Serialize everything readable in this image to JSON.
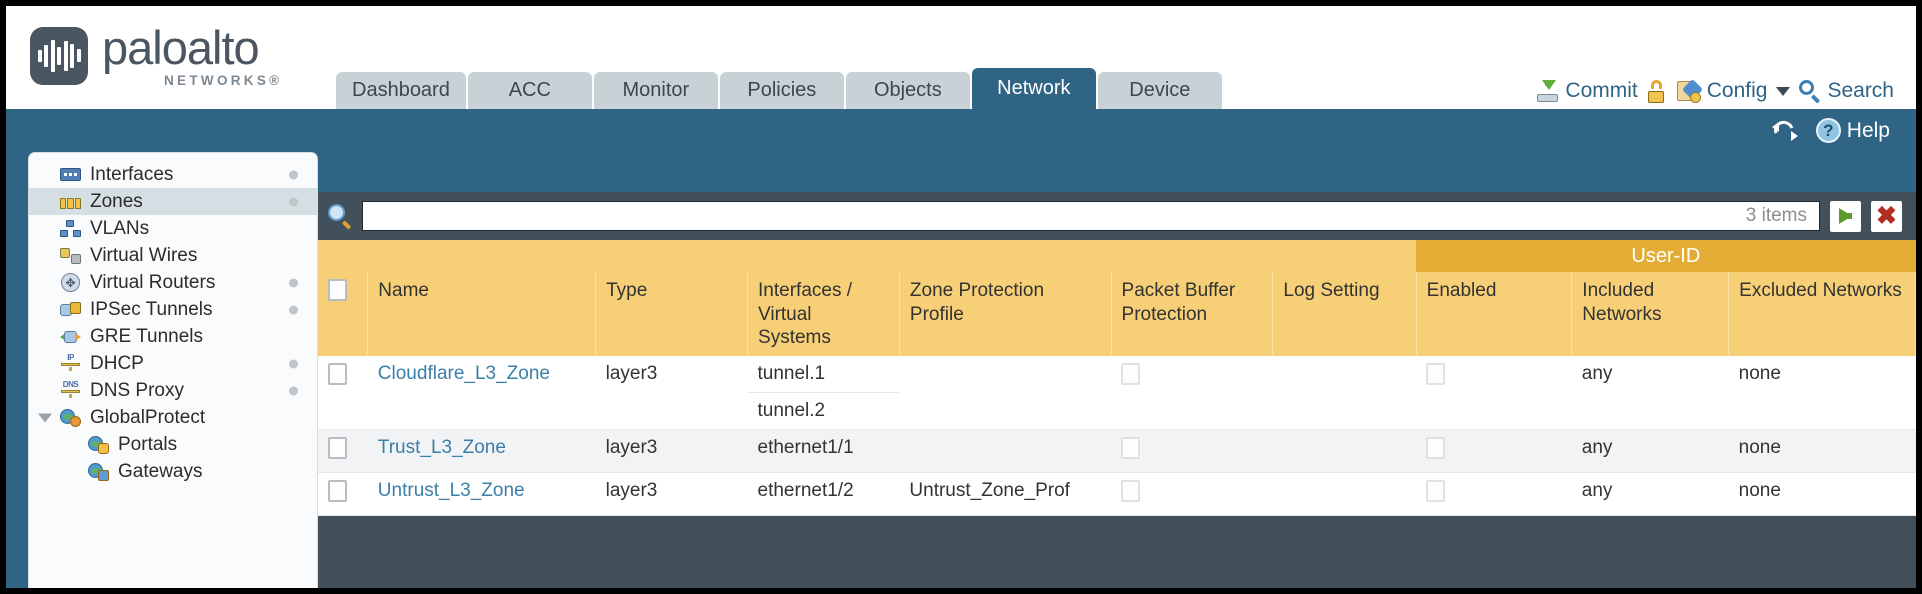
{
  "brand": {
    "name": "paloalto",
    "tagline": "NETWORKS®"
  },
  "nav": {
    "tabs": [
      {
        "label": "Dashboard",
        "active": false
      },
      {
        "label": "ACC",
        "active": false
      },
      {
        "label": "Monitor",
        "active": false
      },
      {
        "label": "Policies",
        "active": false
      },
      {
        "label": "Objects",
        "active": false
      },
      {
        "label": "Network",
        "active": true
      },
      {
        "label": "Device",
        "active": false
      }
    ]
  },
  "header_actions": {
    "commit": "Commit",
    "config": "Config",
    "search": "Search",
    "lock_icon": "unlocked-padlock-icon",
    "commit_icon": "commit-download-icon",
    "config_icon": "config-wrench-icon",
    "search_icon": "search-magnifier-icon",
    "caret_icon": "chevron-down-icon"
  },
  "utility": {
    "refresh_icon": "refresh-icon",
    "help_label": "Help",
    "help_icon": "question-circle-icon"
  },
  "sidebar": {
    "items": [
      {
        "label": "Interfaces",
        "icon": "interfaces-rack-icon",
        "selected": false,
        "dot": true,
        "child": false
      },
      {
        "label": "Zones",
        "icon": "zones-barrier-icon",
        "selected": true,
        "dot": true,
        "child": false
      },
      {
        "label": "VLANs",
        "icon": "vlans-network-icon",
        "selected": false,
        "dot": false,
        "child": false
      },
      {
        "label": "Virtual Wires",
        "icon": "virtual-wires-icon",
        "selected": false,
        "dot": false,
        "child": false
      },
      {
        "label": "Virtual Routers",
        "icon": "virtual-routers-icon",
        "selected": false,
        "dot": true,
        "child": false
      },
      {
        "label": "IPSec Tunnels",
        "icon": "ipsec-tunnels-lock-icon",
        "selected": false,
        "dot": true,
        "child": false
      },
      {
        "label": "GRE Tunnels",
        "icon": "gre-tunnels-icon",
        "selected": false,
        "dot": false,
        "child": false
      },
      {
        "label": "DHCP",
        "icon": "dhcp-icon",
        "selected": false,
        "dot": true,
        "child": false
      },
      {
        "label": "DNS Proxy",
        "icon": "dns-proxy-icon",
        "selected": false,
        "dot": true,
        "child": false
      },
      {
        "label": "GlobalProtect",
        "icon": "globalprotect-icon",
        "selected": false,
        "dot": false,
        "child": false,
        "expander": true
      },
      {
        "label": "Portals",
        "icon": "gp-portals-icon",
        "selected": false,
        "dot": false,
        "child": true
      },
      {
        "label": "Gateways",
        "icon": "gp-gateways-icon",
        "selected": false,
        "dot": false,
        "child": true
      }
    ]
  },
  "search": {
    "value": "",
    "placeholder": "",
    "items_count": "3 items",
    "apply_icon": "green-arrow-apply-icon",
    "clear_icon": "red-x-clear-icon"
  },
  "table": {
    "group_header": "User-ID",
    "columns": [
      "Name",
      "Type",
      "Interfaces / Virtual Systems",
      "Zone Protection Profile",
      "Packet Buffer Protection",
      "Log Setting",
      "Enabled",
      "Included Networks",
      "Excluded Networks"
    ],
    "rows": [
      {
        "name": "Cloudflare_L3_Zone",
        "type": "layer3",
        "interfaces": [
          "tunnel.1",
          "tunnel.2"
        ],
        "zone_protection_profile": "",
        "packet_buffer_protection": false,
        "log_setting": "",
        "user_id_enabled": false,
        "included_networks": "any",
        "excluded_networks": "none"
      },
      {
        "name": "Trust_L3_Zone",
        "type": "layer3",
        "interfaces": [
          "ethernet1/1"
        ],
        "zone_protection_profile": "",
        "packet_buffer_protection": false,
        "log_setting": "",
        "user_id_enabled": false,
        "included_networks": "any",
        "excluded_networks": "none"
      },
      {
        "name": "Untrust_L3_Zone",
        "type": "layer3",
        "interfaces": [
          "ethernet1/2"
        ],
        "zone_protection_profile": "Untrust_Zone_Prof",
        "packet_buffer_protection": false,
        "log_setting": "",
        "user_id_enabled": false,
        "included_networks": "any",
        "excluded_networks": "none"
      }
    ]
  },
  "colors": {
    "brand_blue": "#2f6485",
    "header_yellow": "#f6cf76",
    "group_amber": "#e3ad35",
    "link_blue": "#3b7fa8",
    "panel_dark": "#41505a"
  }
}
